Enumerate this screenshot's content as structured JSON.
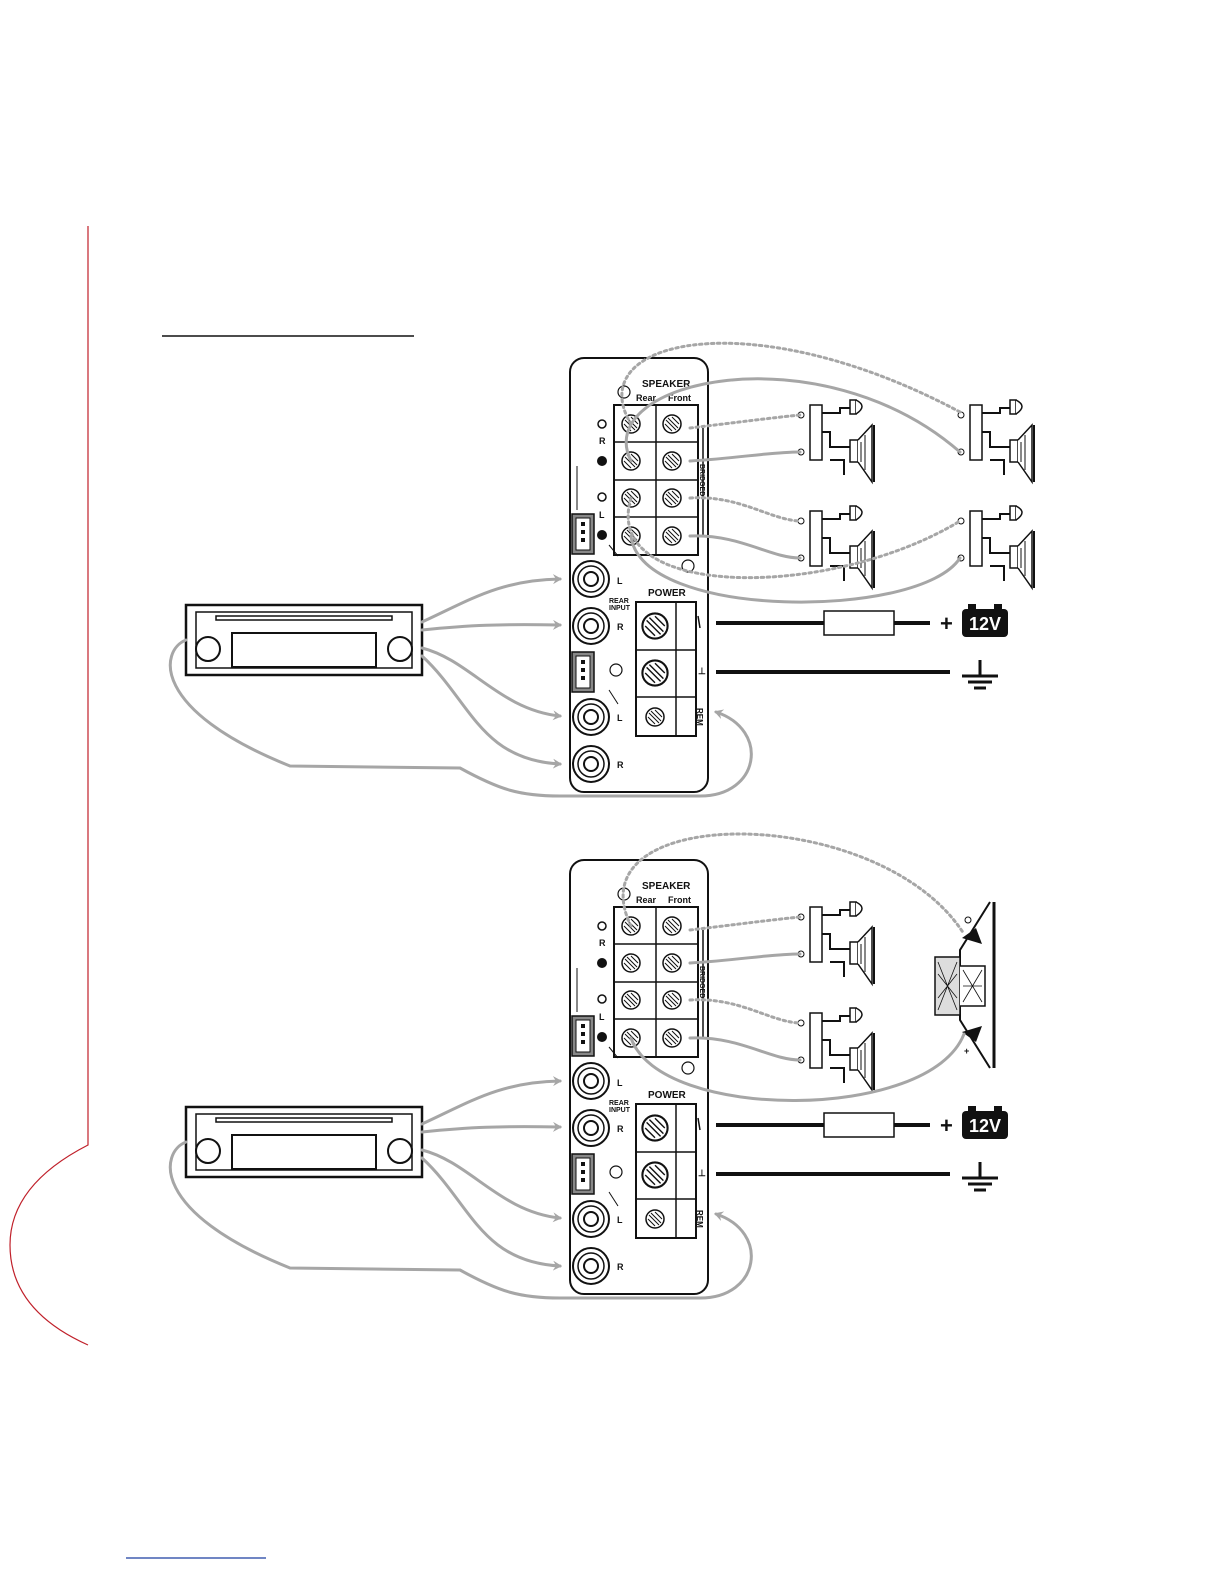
{
  "colors": {
    "margin_line": "#c0202a",
    "wire": "#a6a6a6",
    "ink": "#111111"
  },
  "labels": {
    "speaker": "SPEAKER",
    "rear": "Rear",
    "front": "Front",
    "power": "POWER",
    "rear_input_1": "REAR",
    "rear_input_2": "INPUT",
    "rem": "REM",
    "bridged": "BRIDGED",
    "ch_r": "R",
    "ch_l": "L",
    "in_l": "L",
    "in_r": "R",
    "battery": "12V",
    "plus": "+",
    "minus_sym": "−",
    "plus_sym": "+"
  },
  "icons": [
    "head-unit",
    "amplifier-panel",
    "tweeter-woofer-speaker-icon",
    "subwoofer-icon",
    "fuse-icon",
    "battery-icon",
    "ground-icon"
  ]
}
